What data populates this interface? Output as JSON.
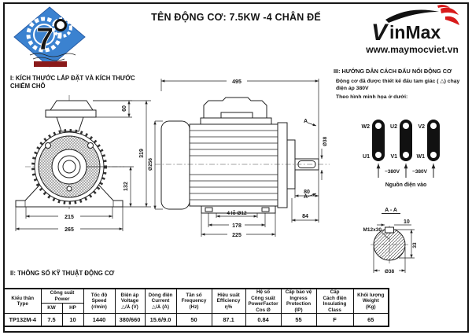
{
  "header": {
    "title": "TÊN ĐỘNG CƠ: 7.5KW -4 CHÂN ĐẾ",
    "brand_v": "V",
    "brand_rest": "inMax",
    "website": "www.maymocviet.vn"
  },
  "section1": {
    "heading_line1": "I: KÍCH THƯỚC LẮP ĐẶT VÀ KÍCH THƯỚC",
    "heading_line2": "CHIẾM CHỖ",
    "dims": {
      "box_height": "60",
      "total_height": "319",
      "axis_height": "132",
      "foot_width": "215",
      "base_width": "265"
    }
  },
  "side_view": {
    "dims": {
      "length": "495",
      "frame_dia": "Ø256",
      "section_mark_top": "A",
      "section_mark_bottom": "A",
      "shaft_dia": "Ø38",
      "shaft_len": "80",
      "shaft_offset": "84",
      "holes_note": "4 lỗ Ø12",
      "foot_pitch": "178",
      "foot_len": "225"
    }
  },
  "section3": {
    "heading": "III: HƯỚNG DẪN CÁCH ĐẤU NỐI ĐỘNG CƠ",
    "desc_line1": "Động cơ đã được thiết kế đấu tam giác ( △) chạy",
    "desc_line2": "điện áp 380V",
    "desc_line3": "Theo hình minh họa ở dưới:",
    "terminals": {
      "top": [
        "W2",
        "U2",
        "V2"
      ],
      "bottom": [
        "U1",
        "V1",
        "W1"
      ],
      "voltage1": "~380V",
      "voltage2": "~380V",
      "source": "Nguồn điện vào"
    }
  },
  "section_aa": {
    "title": "A - A",
    "key_width": "10",
    "thread": "M12x30",
    "key_height": "33",
    "dia": "Ø38"
  },
  "section2": {
    "heading": "II: THÔNG SỐ KỸ THUẬT ĐỘNG CƠ",
    "table": {
      "col_type": {
        "l1": "Kiểu thân",
        "l2": "Type"
      },
      "col_power": {
        "l1": "Công suất",
        "l2": "Power",
        "sub1": "KW",
        "sub2": "HP"
      },
      "col_speed": {
        "l1": "Tốc độ",
        "l2": "Speed",
        "l3": "(r/min)"
      },
      "col_voltage": {
        "l1": "Điện áp",
        "l2": "Voltage",
        "l3": "△/⅄ (V)"
      },
      "col_current": {
        "l1": "Dòng điện",
        "l2": "Current",
        "l3": "△/⅄ (A)"
      },
      "col_freq": {
        "l1": "Tần số",
        "l2": "Frequency",
        "l3": "(Hz)"
      },
      "col_eff": {
        "l1": "Hiệu suất",
        "l2": "Efficiency",
        "l3": "η%"
      },
      "col_pf": {
        "l1": "Hệ số",
        "l2": "Công suất",
        "l3": "PowerFactor",
        "l4": "Cos Ø"
      },
      "col_ip": {
        "l1": "Cấp bảo vệ",
        "l2": "Ingress",
        "l3": "Protection",
        "l4": "(IP)"
      },
      "col_class": {
        "l1": "Cấp",
        "l2": "Cách điện",
        "l3": "Insulating",
        "l4": "Class"
      },
      "col_weight": {
        "l1": "Khối lượng",
        "l2": "Weight",
        "l3": "(Kg)"
      },
      "row": {
        "type": "TP132M-4",
        "kw": "7.5",
        "hp": "10",
        "speed": "1440",
        "voltage": "380/660",
        "current": "15.6/9.0",
        "freq": "50",
        "eff": "87.1",
        "pf": "0.84",
        "ip": "55",
        "class": "F",
        "weight": "65"
      }
    }
  },
  "colors": {
    "line": "#151515",
    "brand_red": "#d81a1a",
    "logo_blue": "#3b82d0",
    "logo_maroon": "#8a2a2e"
  }
}
